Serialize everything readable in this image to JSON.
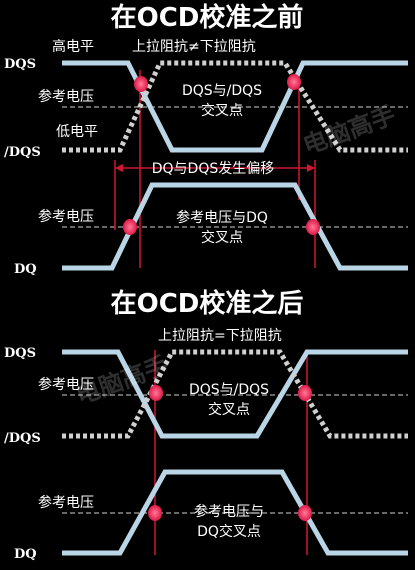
{
  "colors": {
    "signal": "#b9d5e6",
    "dotted": "#d0d0d0",
    "marker": "#d01830",
    "crosspoint": "#ff3d6a",
    "background": "#000000",
    "text": "#ffffff"
  },
  "before": {
    "title": "在OCD校准之前",
    "high_level": "高电平",
    "impedance_label": "上拉阻抗≠下拉阻抗",
    "ref_voltage": "参考电压",
    "low_level": "低电平",
    "dqs_cross_1": "DQS与/DQS",
    "dqs_cross_2": "交叉点",
    "skew_label": "DQ与DQS发生偏移",
    "dq_ref_voltage": "参考电压",
    "dq_cross_1": "参考电压与DQ",
    "dq_cross_2": "交叉点",
    "sig_dqs": "DQS",
    "sig_ndqs": "/DQS",
    "sig_dq": "DQ"
  },
  "after": {
    "title": "在OCD校准之后",
    "impedance_label": "上拉阻抗=下拉阻抗",
    "ref_voltage": "参考电压",
    "dqs_cross_1": "DQS与/DQS",
    "dqs_cross_2": "交叉点",
    "dq_ref_voltage": "参考电压",
    "dq_cross_1": "参考电压与",
    "dq_cross_2": "DQ交叉点",
    "sig_dqs": "DQS",
    "sig_ndqs": "/DQS",
    "sig_dq": "DQ"
  },
  "watermark": "电脑高手"
}
